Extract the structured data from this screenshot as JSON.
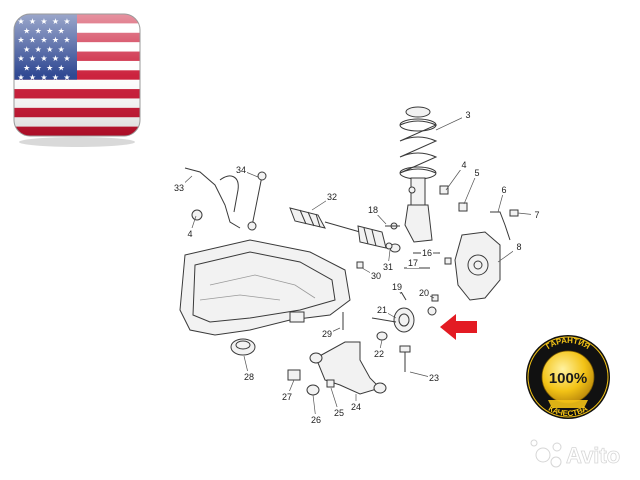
{
  "flag": {
    "colors": {
      "blue": "#1f3a8a",
      "red": "#c8102e",
      "white": "#ffffff"
    }
  },
  "diagram": {
    "callouts": [
      "3",
      "4",
      "5",
      "6",
      "7",
      "8",
      "33",
      "34",
      "32",
      "18",
      "4",
      "16",
      "17",
      "31",
      "30",
      "19",
      "20",
      "21",
      "22",
      "29",
      "28",
      "27",
      "26",
      "25",
      "24",
      "23"
    ]
  },
  "arrow_color": "#e31b23",
  "badge": {
    "value": "100%",
    "ring_top": "ГАРАНТИЯ",
    "ring_bottom": "КАЧЕСТВА",
    "gold": "#f3c316",
    "ring": "#111111"
  },
  "watermark": {
    "text": "Avito"
  }
}
